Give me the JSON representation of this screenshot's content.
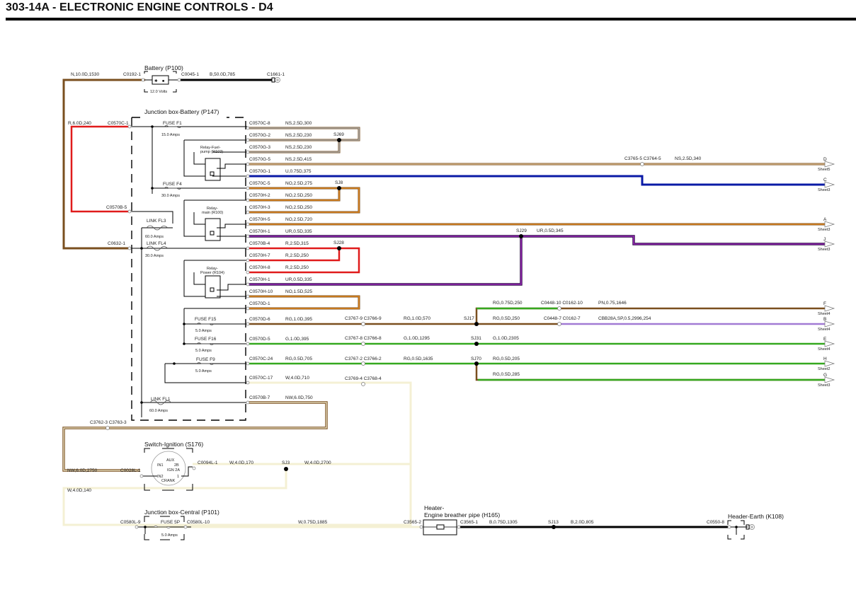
{
  "page": {
    "title": "303-14A - ELECTRONIC ENGINE CONTROLS - D4"
  },
  "colors": {
    "brown": "#7a4f1f",
    "red": "#e01b1b",
    "grey_wire": "#a8a8a8",
    "orange": "#e0861e",
    "blue": "#0a1aa6",
    "purple": "#6a0f86",
    "green": "#35a81f",
    "lilac": "#a27ad4",
    "black": "#000000",
    "pale_yellow": "#f4f0d4"
  },
  "components": {
    "battery": {
      "name": "Battery (P100)",
      "rating": "12.0 Volts",
      "in_conn": "C0192-1",
      "out_conn": "C0045-1",
      "in_wire": "N,10.0D,1530",
      "out_wire": "B,50.0D,785",
      "ground_conn": "C1661-1"
    },
    "jb_battery": {
      "name": "Junction box-Battery (P147)"
    },
    "relay_fuel_pump": {
      "name_line1": "Relay-Fuel-",
      "name_line2": "pump (R103)"
    },
    "relay_main": {
      "name_line1": "Relay-",
      "name_line2": "main (R100)"
    },
    "relay_power": {
      "name_line1": "Relay-",
      "name_line2": "Power (R104)"
    },
    "ignition_switch": {
      "name": "Switch-Ignition (S176)",
      "aux": "AUX",
      "pin_2b": "2B",
      "in1": "IN1",
      "ign2a": "IGN 2A",
      "in2": "IN2",
      "pin_1": "1",
      "crank": "CRANK"
    },
    "jb_central": {
      "name": "Junction box-Central (P101)",
      "fuse": "FUSE 5P",
      "rating": "5.0 Amps",
      "in_conn": "C0580L-9",
      "out_conn": "C0580L-10"
    },
    "heater": {
      "name_line1": "Heater-",
      "name_line2": "Engine breather pipe (H165)",
      "in_conn": "C3565-2",
      "out_conn": "C3565-1"
    },
    "header_earth": {
      "name": "Header-Earth (K108)",
      "conn": "C0550-8"
    }
  },
  "fuses": [
    {
      "name": "FUSE F1",
      "rating": "15.0 Amps"
    },
    {
      "name": "FUSE F4",
      "rating": "30.0 Amps"
    },
    {
      "name": "LINK FL3",
      "rating": "60.0 Amps"
    },
    {
      "name": "LINK FL4",
      "rating": "30.0 Amps"
    },
    {
      "name": "FUSE F15",
      "rating": "5.0 Amps"
    },
    {
      "name": "FUSE F16",
      "rating": "5.0 Amps"
    },
    {
      "name": "FUSE F9",
      "rating": "5.0 Amps"
    },
    {
      "name": "LINK FL1",
      "rating": "60.0 Amps"
    }
  ],
  "left_inputs": {
    "red_wire": "R,6.0D,240",
    "c0570c_1": "C0570C-1",
    "c0570b_5": "C0570B-5",
    "c0632_1": "C0632-1"
  },
  "outputs": [
    {
      "conn": "C0570C-8",
      "wire": "NS,2.5D,300"
    },
    {
      "conn": "C0570G-2",
      "wire": "NS,2.5D,230"
    },
    {
      "conn": "C0570G-3",
      "wire": "NS,2.5D,230"
    },
    {
      "conn": "C0570G-5",
      "wire": "NS,2.5D,415"
    },
    {
      "conn": "C0570G-1",
      "wire": "U,0.75D,375"
    },
    {
      "conn": "C0570C-5",
      "wire": "NO,2.5D,275"
    },
    {
      "conn": "C0570H-2",
      "wire": "NO,2.5D,250"
    },
    {
      "conn": "C0570H-3",
      "wire": "NO,2.5D,250"
    },
    {
      "conn": "C0570H-5",
      "wire": "NO,2.5D,720"
    },
    {
      "conn": "C0570H-1",
      "wire": "UR,0.5D,335"
    },
    {
      "conn": "C0570B-4",
      "wire": "R,2.5D,315"
    },
    {
      "conn": "C0570H-7",
      "wire": "R,2.5D,250"
    },
    {
      "conn": "C0570H-8",
      "wire": "R,2.5D,250"
    },
    {
      "conn": "C0570H-1",
      "wire": "UR,0.5D,335"
    },
    {
      "conn": "C0570H-10",
      "wire": "NO,1.5D,525"
    },
    {
      "conn": "C0570D-1",
      "wire": ""
    },
    {
      "conn": "C0570D-6",
      "wire": "RG,1.0D,395"
    },
    {
      "conn": "C0570D-5",
      "wire": "G,1.0D,395"
    },
    {
      "conn": "C0570C-24",
      "wire": "RG,0.5D,705"
    },
    {
      "conn": "C0570C-17",
      "wire": "W,4.0D,710"
    },
    {
      "conn": "C0570B-7",
      "wire": "NW,6.0D,750"
    }
  ],
  "splices": {
    "sj69": "SJ69",
    "sj8": "SJ8",
    "sj29": "SJ29",
    "sj28": "SJ28",
    "sj17": "SJ17",
    "sj31": "SJ31",
    "sj70": "SJ70",
    "sj3": "SJ3",
    "sj13": "SJ13"
  },
  "inline": {
    "c3765": "C3765-5 C3764-5",
    "c3765_wire": "NS,2.5D,340",
    "sj29_wire": "UR,0.5D,345",
    "c3767_9": "C3767-9 C3766-9",
    "c3767_9_wire": "RG,1.0D,570",
    "c3767_8": "C3767-8 C3766-8",
    "c3767_8_wire": "G,1.0D,1295",
    "c3767_2": "C3767-2 C3766-2",
    "c3767_2_wire": "RG,0.5D,1635",
    "c3769_4": "C3769-4 C3768-4",
    "sj17_up_wire": "RG,0.75D,250",
    "c0448_10": "C0448-10 C0162-10",
    "c0448_10_wire": "PN,0.75,1646",
    "sj17_wire": "RG,0.5D,250",
    "c0448_7": "C0448-7 C0162-7",
    "c0448_7_wire": "CBB28A,SP,0.5,2996,254",
    "sj31_wire": "G,1.0D,2305",
    "sj70_wire": "RG,0.5D,205",
    "sj70_down_wire": "RG,0.5D,285",
    "c3762": "C3762-3 C3763-3",
    "nw_wire": "NW,6.0D,2750",
    "c0028l": "C0028L-1",
    "c0094l": "C0094L-1",
    "w_170": "W,4.0D,170",
    "w_2700": "W,4.0D,2700",
    "w_140": "W,4.0D,140",
    "w_1885": "W,0.75D,1885",
    "b_1305": "B,0.75D,1305",
    "b_805": "B,2.0D,805"
  },
  "sheet_refs": [
    {
      "letter": "D",
      "sheet": "Sheet5"
    },
    {
      "letter": "C",
      "sheet": "Sheet3"
    },
    {
      "letter": "A",
      "sheet": "Sheet3"
    },
    {
      "letter": "J",
      "sheet": "Sheet3"
    },
    {
      "letter": "F",
      "sheet": "Sheet4"
    },
    {
      "letter": "B",
      "sheet": "Sheet4"
    },
    {
      "letter": "E",
      "sheet": "Sheet4"
    },
    {
      "letter": "H",
      "sheet": "Sheet2"
    },
    {
      "letter": "G",
      "sheet": "Sheet3"
    }
  ]
}
